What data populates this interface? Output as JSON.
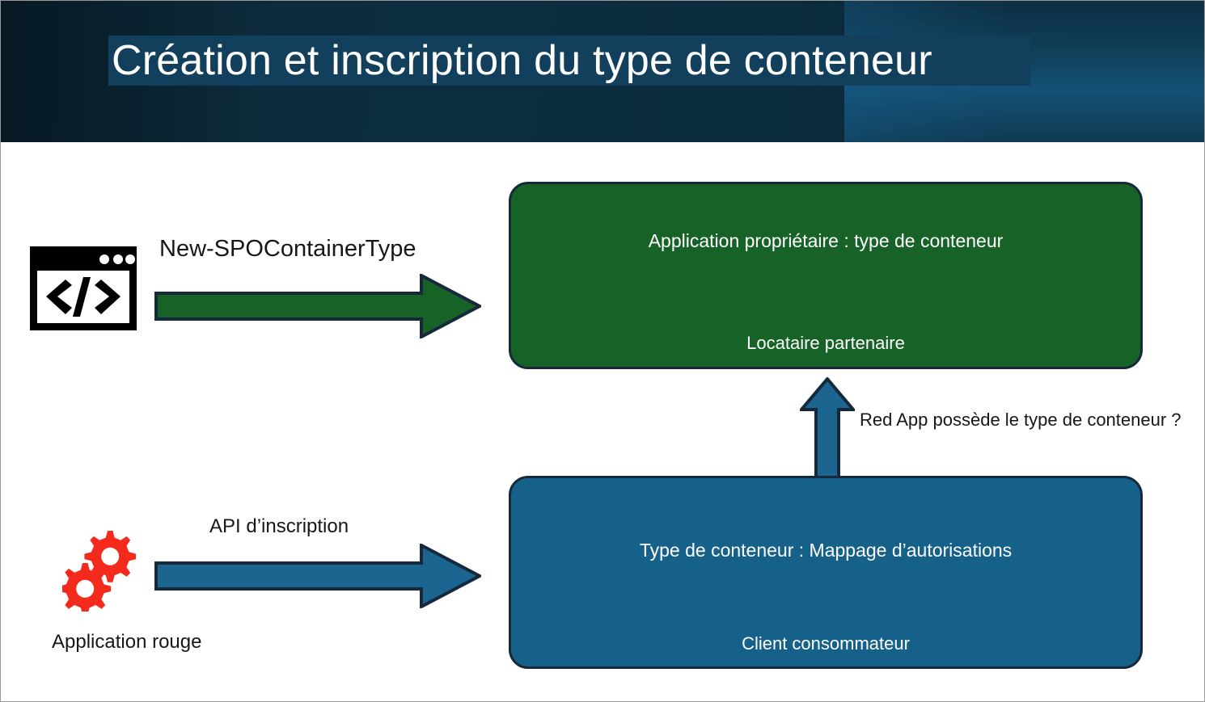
{
  "banner": {
    "title": "Création et inscription du type de conteneur",
    "highlight_color": "#12405c",
    "background_color": "#0b2a3a",
    "accent_band_color": "#14537a"
  },
  "diagram": {
    "nodes": [
      {
        "id": "partner-tenant",
        "title": "Application propriétaire : type de conteneur",
        "subtitle": "Locataire partenaire",
        "color": "#176327",
        "border_color": "#15293b"
      },
      {
        "id": "consumer-tenant",
        "title": "Type de conteneur : Mappage d’autorisations",
        "subtitle": "Client consommateur",
        "color": "#166189",
        "border_color": "#15293b"
      }
    ],
    "arrows": [
      {
        "id": "new-spo-container-type",
        "label": "New-SPOContainerType",
        "color": "#176327",
        "direction": "right"
      },
      {
        "id": "registration-api",
        "label": "API d’inscription",
        "color": "#1b6590",
        "direction": "right"
      },
      {
        "id": "ownership-check",
        "label": "Red App possède le type de conteneur ?",
        "color": "#1b6590",
        "direction": "up"
      }
    ],
    "icons": [
      {
        "id": "code-window",
        "name": "code-window-icon",
        "color": "#000000"
      },
      {
        "id": "gears",
        "name": "gears-icon",
        "color": "#f42b1c",
        "caption": "Application rouge"
      }
    ]
  }
}
